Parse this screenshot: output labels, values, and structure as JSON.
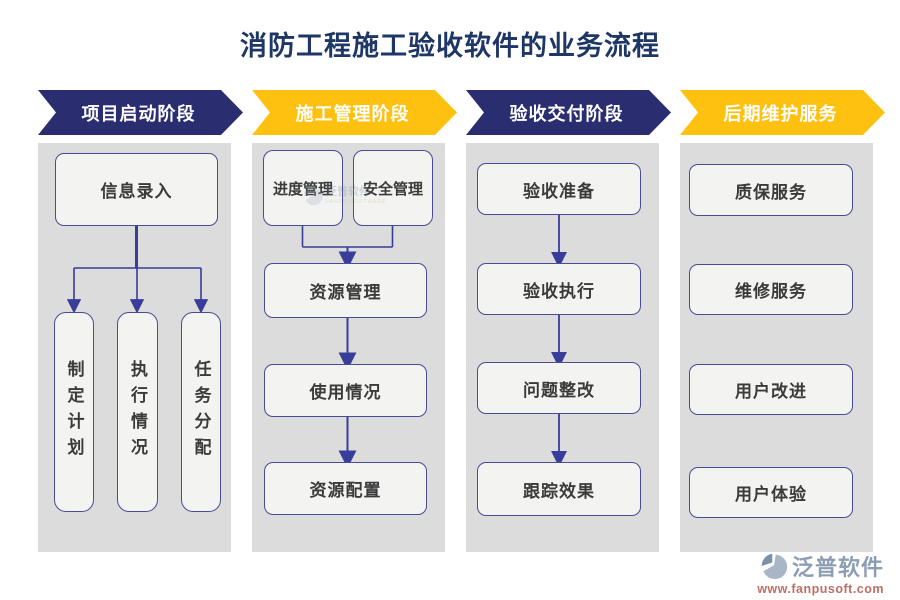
{
  "title": "消防工程施工验收软件的业务流程",
  "stages": [
    {
      "label": "项目启动阶段",
      "theme": "navy",
      "boxes": [
        "信息录入",
        "制定计划",
        "执行情况",
        "任务分配"
      ]
    },
    {
      "label": "施工管理阶段",
      "theme": "yellow",
      "boxes": [
        "进度管理",
        "安全管理",
        "资源管理",
        "使用情况",
        "资源配置"
      ]
    },
    {
      "label": "验收交付阶段",
      "theme": "navy",
      "boxes": [
        "验收准备",
        "验收执行",
        "问题整改",
        "跟踪效果"
      ]
    },
    {
      "label": "后期维护服务",
      "theme": "yellow",
      "boxes": [
        "质保服务",
        "维修服务",
        "用户改进",
        "用户体验"
      ]
    }
  ],
  "watermark": {
    "brand": "泛普软件",
    "brand_en": "FANPU SOFTWARE"
  },
  "logo": {
    "brand": "泛普软件",
    "website": "www.fanpusoft.com"
  },
  "colors": {
    "title": "#1f3766",
    "navy": "#2a2e70",
    "yellow": "#ffc110",
    "column_bg": "#dcdcdc",
    "box_bg": "#f3f3f1",
    "box_border": "#474c93",
    "connector": "#383d99"
  }
}
